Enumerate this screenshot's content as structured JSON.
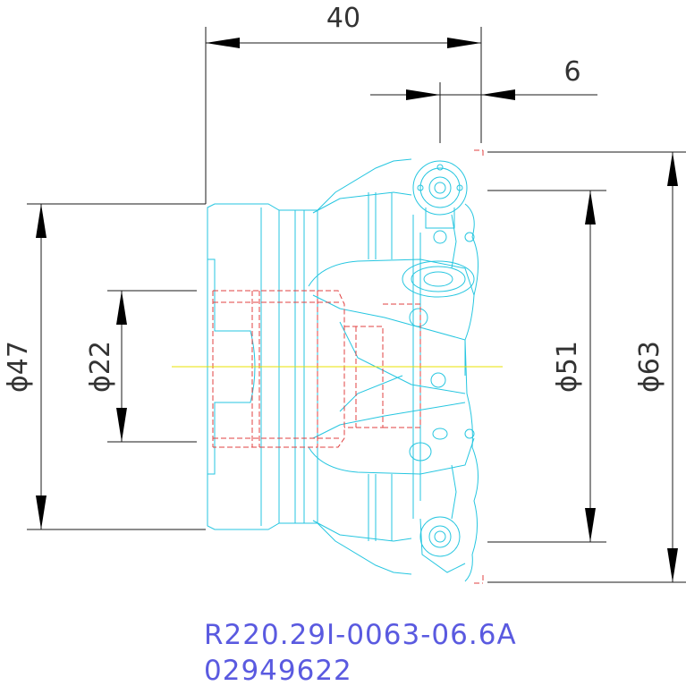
{
  "dimensions": {
    "length_total": "40",
    "offset": "6",
    "diameter_shank": "ϕ47",
    "diameter_bore": "ϕ22",
    "diameter_inner": "ϕ51",
    "diameter_cutting": "ϕ63"
  },
  "part": {
    "designation": "R220.29I-0063-06.6A",
    "number": "02949622"
  },
  "colors": {
    "geometry": "#26c6e0",
    "hidden_lines": "#e04040",
    "centerline": "#e8e000",
    "dimensions": "#1a1a1a",
    "part_text": "#5a5ae0"
  }
}
